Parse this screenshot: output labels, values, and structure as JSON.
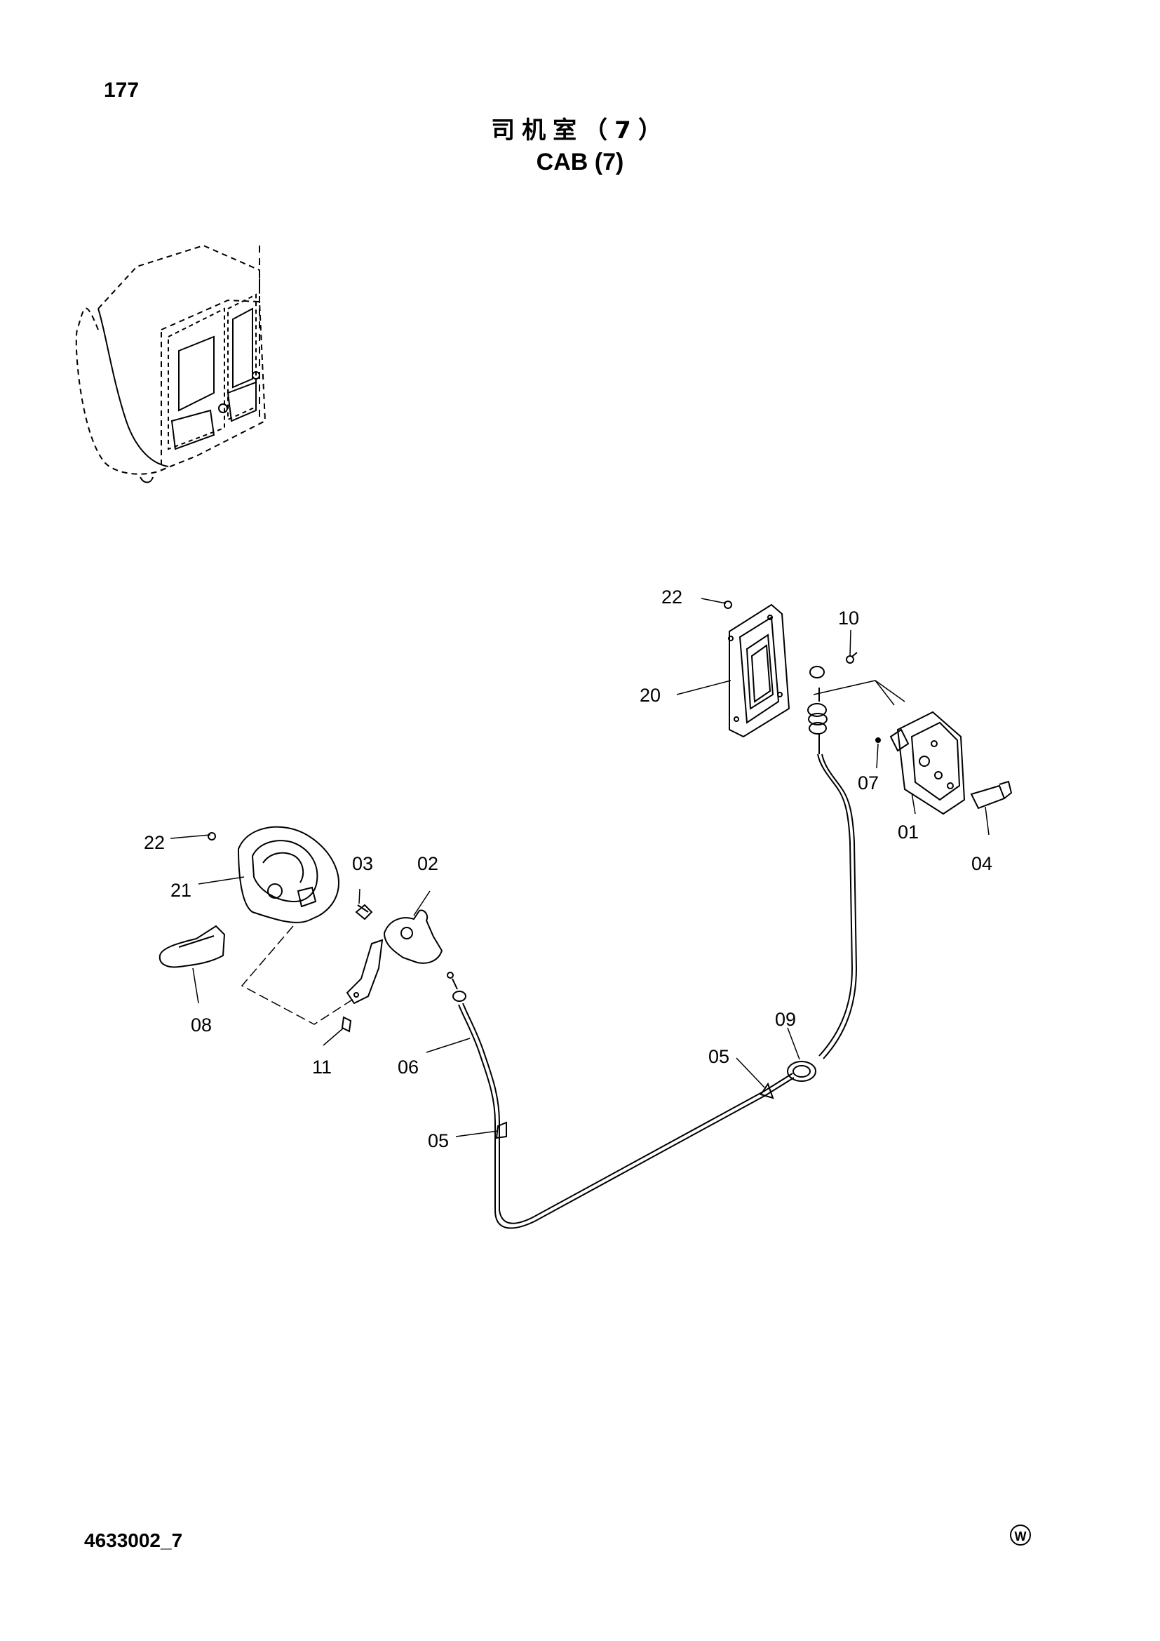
{
  "page_number": "177",
  "title_cn": "司机室（7）",
  "title_en": "CAB (7)",
  "drawing_number": "4633002_7",
  "corner_mark": "W",
  "callouts": {
    "c22a": "22",
    "c10": "10",
    "c20": "20",
    "c07": "07",
    "c01": "01",
    "c04": "04",
    "c22b": "22",
    "c21": "21",
    "c03": "03",
    "c02": "02",
    "c08": "08",
    "c11": "11",
    "c06": "06",
    "c05a": "05",
    "c05b": "05",
    "c09": "09"
  }
}
